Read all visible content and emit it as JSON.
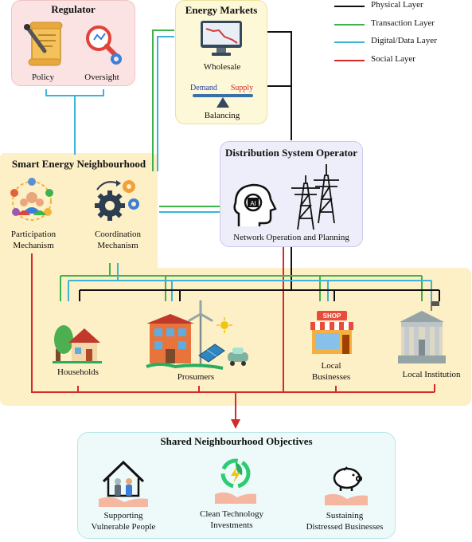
{
  "legend": [
    {
      "label": "Physical Layer",
      "color": "#111111"
    },
    {
      "label": "Transaction Layer",
      "color": "#3cb44b"
    },
    {
      "label": "Digital/Data Layer",
      "color": "#3db3d6"
    },
    {
      "label": "Social Layer",
      "color": "#d42a2a"
    }
  ],
  "regulator": {
    "title": "Regulator",
    "policy": "Policy",
    "oversight": "Oversight",
    "bg": "#fbe3e3"
  },
  "markets": {
    "title": "Energy Markets",
    "wholesale": "Wholesale",
    "balancing": "Balancing",
    "demand": "Demand",
    "supply": "Supply",
    "bg": "#fcf8d8"
  },
  "neighbourhood": {
    "title": "Smart Energy Neighbourhood",
    "participation": [
      "Participation",
      "Mechanism"
    ],
    "coordination": [
      "Coordination",
      "Mechanism"
    ],
    "bg": "#fdefc6"
  },
  "dso": {
    "title": "Distribution System Operator",
    "subtitle": "Network Operation and Planning",
    "bg": "#eeeefa"
  },
  "participants": {
    "households": "Households",
    "prosumers": "Prosumers",
    "local_businesses": [
      "Local",
      "Businesses"
    ],
    "local_institution": "Local Institution",
    "shop_sign": "SHOP"
  },
  "objectives": {
    "title": "Shared Neighbourhood Objectives",
    "supporting": [
      "Supporting",
      "Vulnerable People"
    ],
    "clean": [
      "Clean Technology",
      "Investments"
    ],
    "sustaining": [
      "Sustaining",
      "Distressed Businesses"
    ],
    "bg": "#eefafa"
  },
  "icons": [
    "policy-scroll-icon",
    "oversight-magnifier-icon",
    "wholesale-monitor-icon",
    "balance-scale-icon",
    "participation-people-icon",
    "coordination-gears-icon",
    "ai-head-icon",
    "transmission-tower-icon",
    "house-icon",
    "prosumer-building-icon",
    "shop-icon",
    "institution-icon",
    "care-house-icon",
    "green-energy-hand-icon",
    "piggy-bank-hand-icon"
  ]
}
